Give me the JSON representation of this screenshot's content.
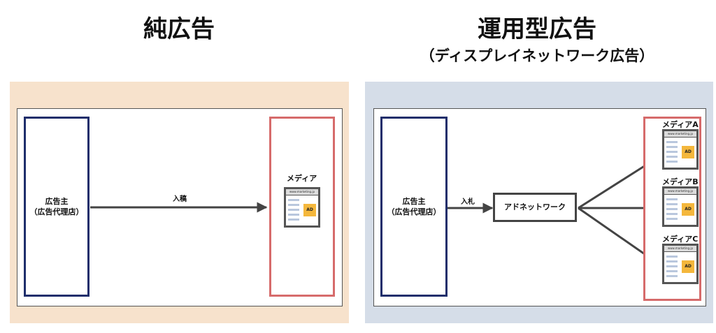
{
  "left": {
    "title": "純広告",
    "advertiser": {
      "line1": "広告主",
      "line2": "（広告代理店）"
    },
    "edge_label": "入稿",
    "media": {
      "label": "メディア",
      "site_url": "www.marketing.jp",
      "ad_label": "AD"
    }
  },
  "right": {
    "title": "運用型広告",
    "subtitle": "（ディスプレイネットワーク広告）",
    "advertiser": {
      "line1": "広告主",
      "line2": "（広告代理店）"
    },
    "edge_label": "入札",
    "network_label": "アドネットワーク",
    "media": [
      {
        "label": "メディアA",
        "site_url": "www.marketing.jp",
        "ad_label": "AD"
      },
      {
        "label": "メディアB",
        "site_url": "www.marketing.jp",
        "ad_label": "AD"
      },
      {
        "label": "メディアC",
        "site_url": "www.marketing.jp",
        "ad_label": "AD"
      }
    ]
  },
  "colors": {
    "left_panel_bg": "#f7e2cc",
    "right_panel_bg": "#d5dde8",
    "advertiser_border": "#1f2e6b",
    "media_border": "#d66b6b",
    "ad_block": "#f4b73c",
    "arrow": "#444444"
  }
}
